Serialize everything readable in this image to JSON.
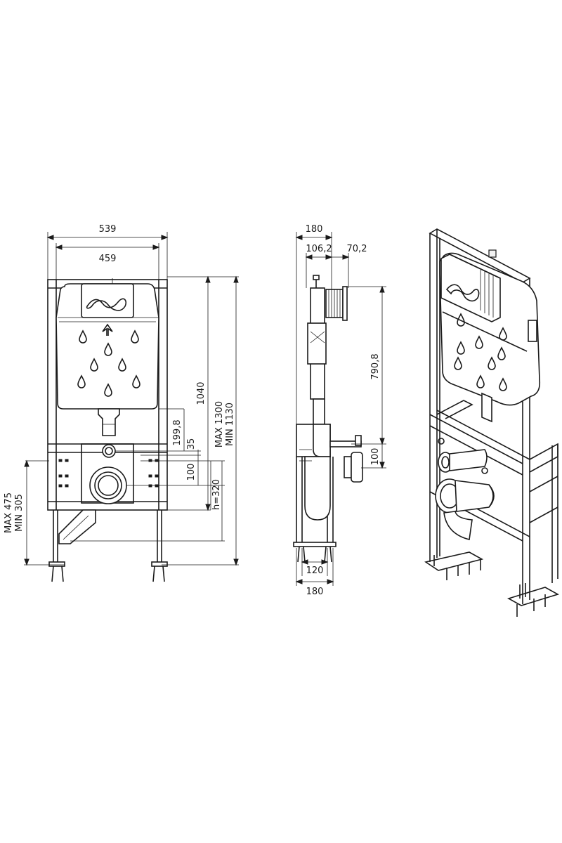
{
  "front_view": {
    "width_outer": "539",
    "width_inner": "459",
    "height_frame": "1040",
    "height_max": "MAX 1300",
    "height_min": "MIN 1130",
    "dim_199": "199,8",
    "dim_35": "35",
    "dim_100": "100",
    "dim_h": "h=320",
    "leg_max": "MAX 475",
    "leg_min": "MIN 305"
  },
  "side_view": {
    "depth_top": "180",
    "dim_106": "106,2",
    "dim_70": "70,2",
    "dim_790": "790,8",
    "dim_100": "100",
    "dim_120": "120",
    "depth_bottom": "180"
  }
}
